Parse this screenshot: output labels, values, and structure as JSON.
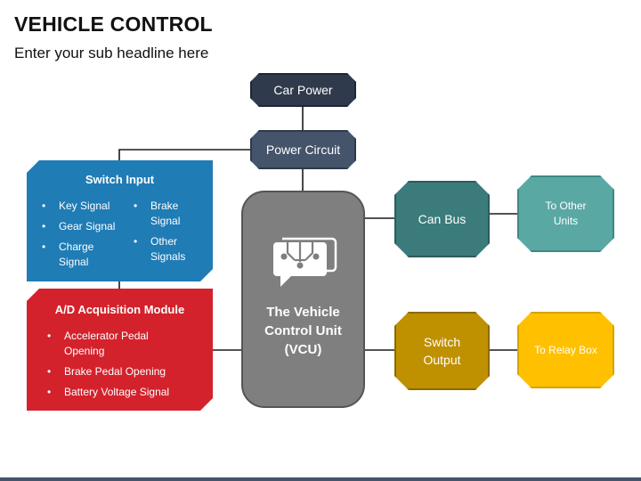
{
  "header": {
    "title": "VEHICLE CONTROL",
    "subtitle": "Enter your sub headline here"
  },
  "nodes": {
    "car_power": "Car Power",
    "power_circuit": "Power Circuit",
    "can_bus": "Can Bus",
    "to_other_units": "To Other Units",
    "switch_output": "Switch Output",
    "to_relay_box": "To Relay Box",
    "vcu": "The Vehicle Control Unit (VCU)"
  },
  "switch_input": {
    "title": "Switch Input",
    "col1": [
      "Key Signal",
      "Gear Signal",
      "Charge Signal"
    ],
    "col2": [
      "Brake Signal",
      "Other Signals"
    ]
  },
  "ad_module": {
    "title": "A/D Acquisition Module",
    "items": [
      "Accelerator Pedal Opening",
      "Brake Pedal Opening",
      "Battery Voltage Signal"
    ]
  },
  "colors": {
    "car_power": "#2f3b4c",
    "power_circuit": "#44546a",
    "can_bus": "#3b7b7b",
    "to_other_units": "#5aa8a4",
    "switch_output": "#bf9000",
    "to_relay_box": "#ffc000",
    "vcu": "#7f7f7f",
    "switch_input": "#1f7cb5",
    "ad_module": "#d3222c"
  },
  "icons": {
    "vcu": "circuit-chat-icon",
    "bullet": "bullet-dot"
  }
}
